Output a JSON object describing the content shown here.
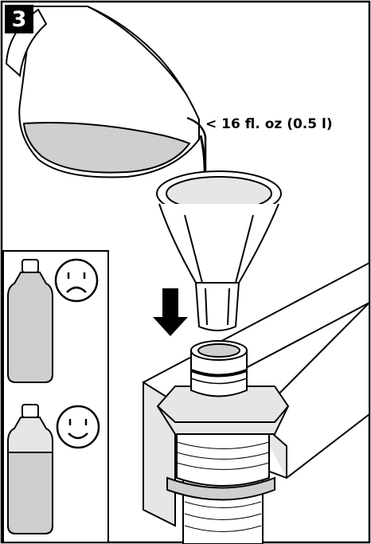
{
  "step": {
    "number": "3"
  },
  "annotation": {
    "volume": "< 16 fl. oz (0.5 l)"
  },
  "inset": {
    "bottles": [
      {
        "state": "full",
        "face": "sad-face-icon"
      },
      {
        "state": "partially-filled",
        "face": "happy-face-icon"
      }
    ]
  },
  "colors": {
    "line": "#000000",
    "fill_gray": "#cfcfcf",
    "fill_light": "#e6e6e6",
    "background": "#ffffff"
  }
}
